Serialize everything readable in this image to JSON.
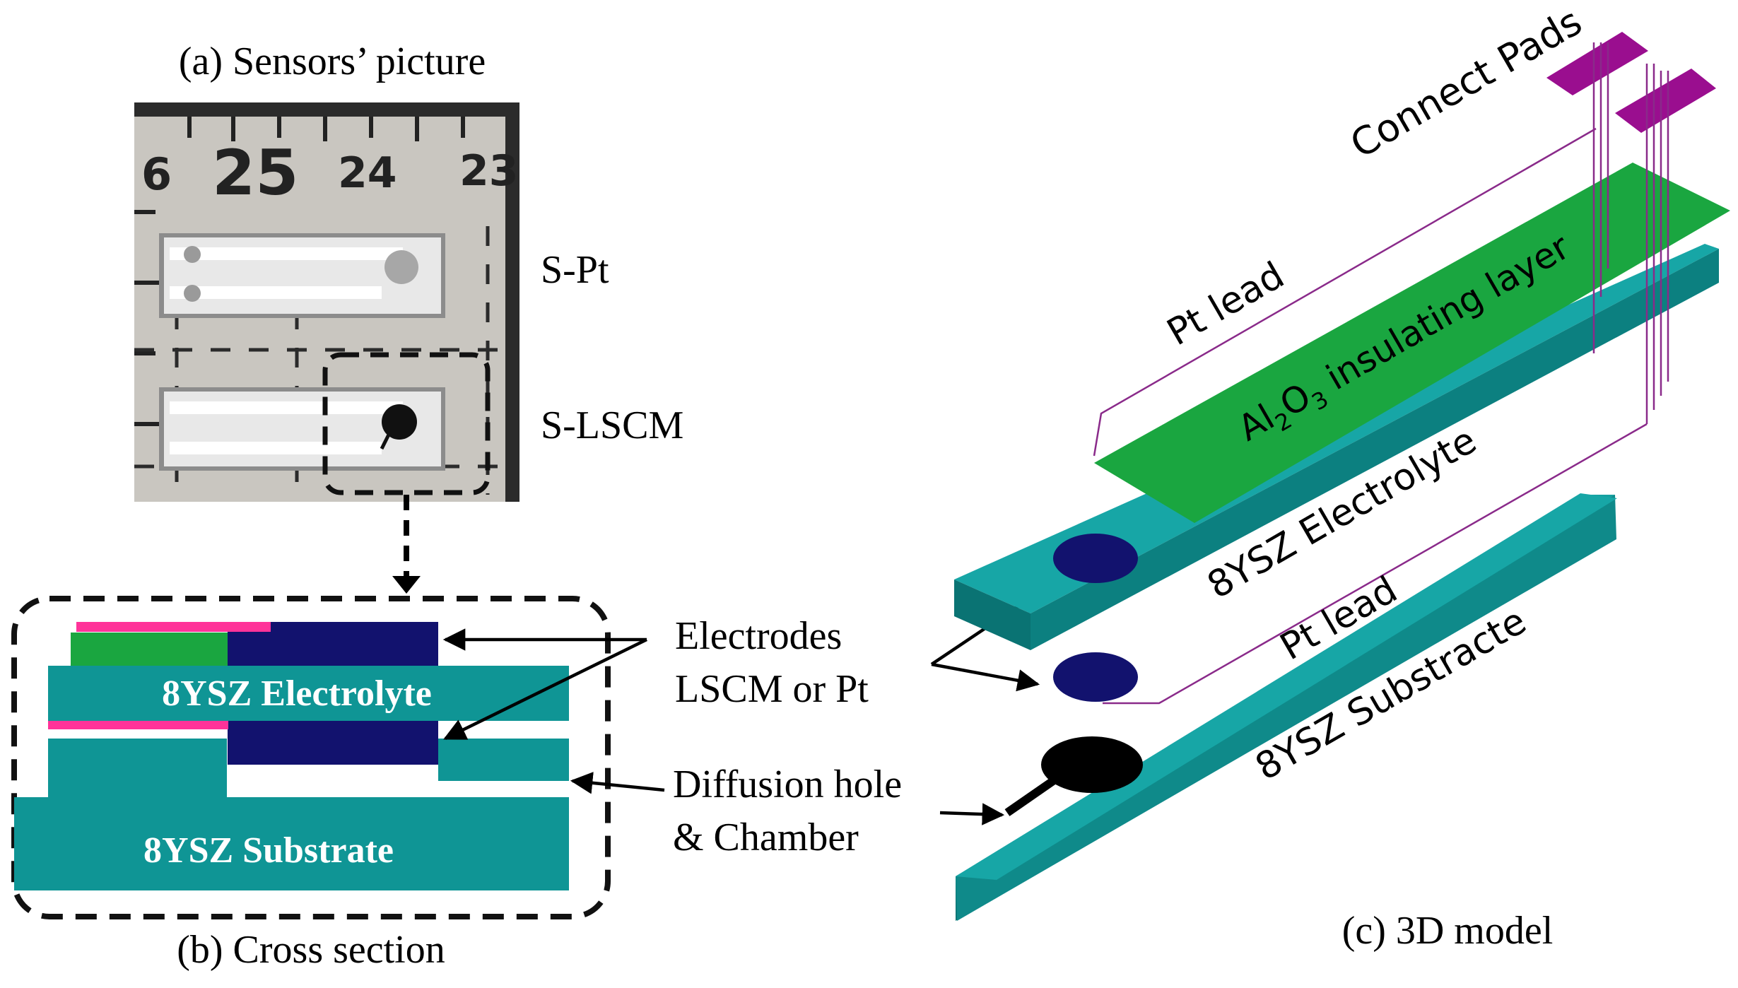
{
  "photo": {
    "caption": "(a) Sensors’ picture",
    "ruler_numbers": [
      "6",
      "25",
      "24",
      "23"
    ],
    "labels": {
      "s_pt": "S-Pt",
      "s_lscm": "S-LSCM"
    }
  },
  "cross_section": {
    "caption": "(b) Cross section",
    "electrolyte_label": "8YSZ Electrolyte",
    "substrate_label": "8YSZ Substrate"
  },
  "callouts": {
    "electrodes_line1": "Electrodes",
    "electrodes_line2": "LSCM or Pt",
    "diffusion_line1": "Diffusion hole",
    "diffusion_line2": "& Chamber"
  },
  "model": {
    "caption": "(c) 3D model",
    "connect_pads": "Connect Pads",
    "pt_lead_top": "Pt lead",
    "pt_lead_bottom": "Pt lead",
    "insulating_layer_prefix": "Al",
    "insulating_layer_sub1": "2",
    "insulating_layer_mid": "O",
    "insulating_layer_sub2": "3",
    "insulating_layer_suffix": " insulating layer",
    "electrolyte": "8YSZ Electrolyte",
    "substrate": "8YSZ Substracte"
  },
  "colors": {
    "teal": "#0f9595",
    "teal_dark": "#0a7373",
    "navy": "#12126e",
    "green": "#1aa640",
    "pink": "#ff3399",
    "purple": "#9a0e8f",
    "lead_purple": "#8a2a8a"
  }
}
